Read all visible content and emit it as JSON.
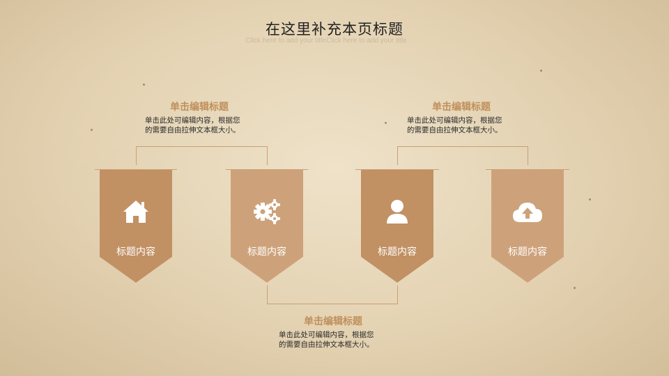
{
  "slide": {
    "title": "在这里补充本页标题",
    "subtitle": "Click here to add your titleClick here to add your title"
  },
  "callouts": [
    {
      "heading": "单击编辑标题",
      "line1": "单击此处可编辑内容，根据您",
      "line2": "的需要自由拉伸文本框大小。"
    },
    {
      "heading": "单击编辑标题",
      "line1": "单击此处可编辑内容，根据您",
      "line2": "的需要自由拉伸文本框大小。"
    },
    {
      "heading": "单击编辑标题",
      "line1": "单击此处可编辑内容，根据您",
      "line2": "的需要自由拉伸文本框大小。"
    }
  ],
  "cards": [
    {
      "label": "标题内容",
      "icon": "home-icon"
    },
    {
      "label": "标题内容",
      "icon": "gears-icon"
    },
    {
      "label": "标题内容",
      "icon": "user-icon"
    },
    {
      "label": "标题内容",
      "icon": "cloud-upload-icon"
    }
  ],
  "colors": {
    "accent": "#c0905c",
    "card_dark": "#c19063",
    "card_light": "#cda27a",
    "connector": "#c99f74"
  }
}
